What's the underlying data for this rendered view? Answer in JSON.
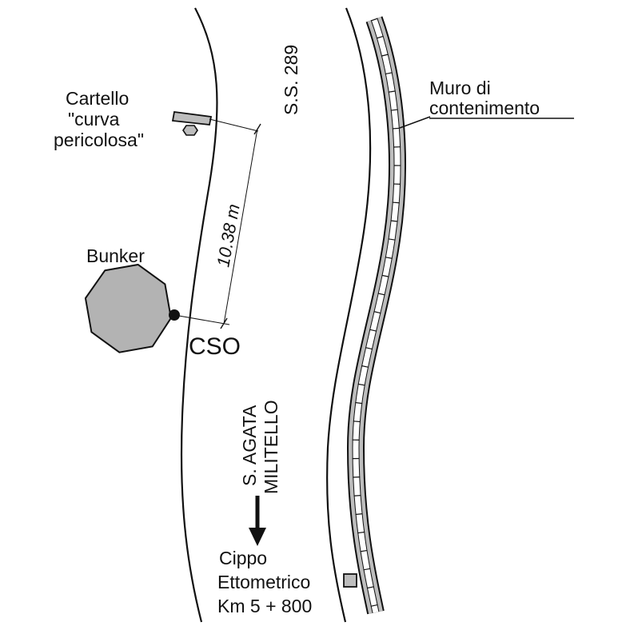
{
  "labels": {
    "road": "S.S. 289",
    "sign_line1": "Cartello",
    "sign_line2": "\"curva",
    "sign_line3": "pericolosa\"",
    "wall_line1": "Muro di",
    "wall_line2": "contenimento",
    "distance": "10.38 m",
    "bunker": "Bunker",
    "cso": "CSO",
    "direction_line1": "S. AGATA",
    "direction_line2": "MILITELLO",
    "marker_line1": "Cippo",
    "marker_line2": "Ettometrico",
    "marker_line3": "Km 5 + 800"
  },
  "colors": {
    "ink": "#111111",
    "fill_gray": "#bdbdbd",
    "bunker_fill": "#b3b3b3",
    "background": "#ffffff"
  }
}
